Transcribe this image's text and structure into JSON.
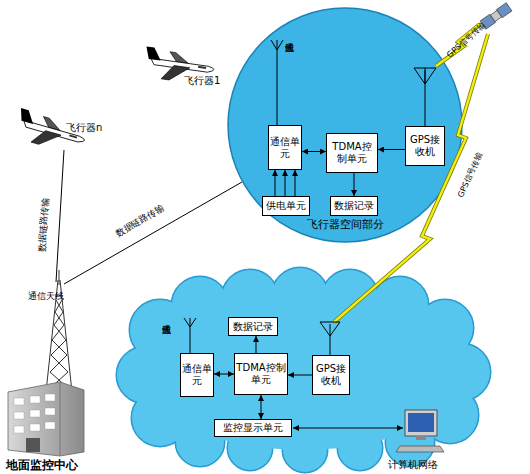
{
  "diagram": {
    "nodes": [
      {
        "text": [
          "飞行器空间部分"
        ]
      },
      {
        "text": [
          "通信单元"
        ],
        "in": 0
      },
      {
        "text": [
          "TDMA控制单元"
        ],
        "in": 0
      },
      {
        "text": [
          "GPS接收机"
        ],
        "in": 0
      },
      {
        "text": [
          "供电单元"
        ],
        "in": 0
      },
      {
        "text": [
          "数据记录"
        ],
        "in": 0
      },
      {
        "text": [
          "数据记录"
        ]
      },
      {
        "text": [
          "通信单元"
        ]
      },
      {
        "text": [
          "TDMA控制单元"
        ]
      },
      {
        "text": [
          "GPS接收机"
        ]
      },
      {
        "text": [
          "监控显示单元"
        ]
      }
    ],
    "edges": [
      {
        "from": 1,
        "to": 2,
        "arrow": "both"
      },
      {
        "from": 3,
        "to": 2,
        "arrow": "to"
      },
      {
        "from": 2,
        "to": 5,
        "arrow": "to"
      },
      {
        "from": 4,
        "to": 1,
        "arrow": "to"
      },
      {
        "from": 4,
        "to": 1,
        "arrow": "to"
      },
      {
        "from": 4,
        "to": 1,
        "arrow": "to"
      },
      {
        "from": 7,
        "to": 8,
        "arrow": "both"
      },
      {
        "from": 9,
        "to": 8,
        "arrow": "to"
      },
      {
        "from": 8,
        "to": 6,
        "arrow": "to"
      },
      {
        "from": 8,
        "to": 10,
        "arrow": "both"
      }
    ],
    "labels": [
      "飞行器1",
      "飞行器n",
      "通信天线",
      "GPS信号传输",
      "GPS信号传输",
      "数据链路传输",
      "数据链路传输",
      "通信天线",
      "通信天线",
      "地面监控中心",
      "计算机网络"
    ]
  }
}
